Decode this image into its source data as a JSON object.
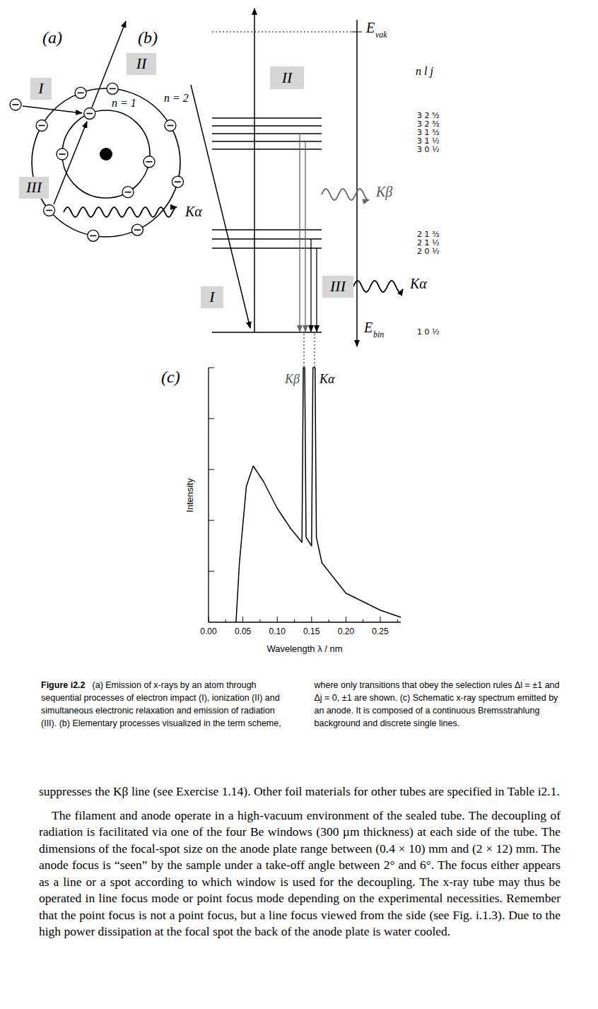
{
  "diagram": {
    "caption": "(a) Emission of x-rays by an atom through sequential processes of electron impact (I), ionization (II) and simultaneous electronic relaxation and emission of radiation (III). (b) Elementary processes visualized in the term scheme, where only transitions that obey the selection rules Δl = ±1 and Δj = 0, ±1 are shown. (c) Schematic x-ray spectrum emitted by an anode. It is composed of a continuous Bremsstrahlung background and discrete single lines.",
    "nodes": [
      {
        "text": [
          "I"
        ]
      },
      {
        "text": [
          "II"
        ]
      },
      {
        "text": [
          "III"
        ]
      },
      {
        "text": [
          "II"
        ]
      },
      {
        "text": [
          "I"
        ]
      },
      {
        "text": [
          "III"
        ]
      }
    ],
    "labels": [
      "(a)",
      "n = 2",
      "n = 1",
      "Kα",
      "(b)",
      "E",
      "vak",
      "n l j",
      "3 2 ⁵⁄₂",
      "3 2 ³⁄₂",
      "3 1 ³⁄₂",
      "3 1 ½",
      "3 0 ½",
      "Kβ",
      "2 1 ³⁄₂",
      "2 1 ½",
      "2 0 ½",
      "Kα",
      "1 0 ½",
      "E",
      "bin",
      "(c)",
      "Kβ",
      "Kα",
      "Intensity",
      "0.00",
      "0.05",
      "0.10",
      "0.15",
      "0.20",
      "0.25",
      "Wavelength λ / nm",
      "Figure i2.2",
      "suppresses the Kβ line (see Exercise 1.14). Other foil materials for other tubes are specified in Table i2.1.",
      "The filament and anode operate in a high-vacuum environment of the sealed tube. The decoupling of radiation is facilitated via one of the four Be windows (300 µm thickness) at each side of the tube. The dimensions of the focal-spot size on the anode plate range between (0.4 × 10) mm and (2 × 12) mm. The anode focus is “seen” by the sample under a take-off angle between 2° and 6°. The focus either appears as a line or a spot according to which window is used for the decoupling. The x-ray tube may thus be operated in line focus mode or point focus mode depending on the experimental necessities. Remember that the point focus is not a point focus, but a line focus viewed from the side (see Fig. i.1.3). Due to the high power dissipation at the focal spot the back of the anode plate is water cooled."
    ]
  }
}
